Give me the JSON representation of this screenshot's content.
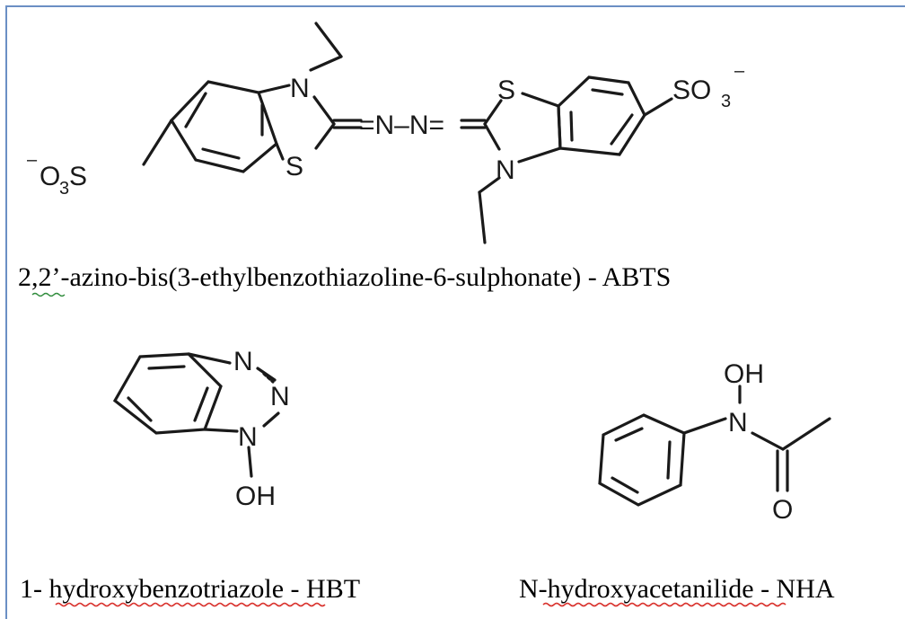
{
  "molecules": {
    "abts": {
      "caption": "2,2’-azino-bis(3-ethylbenzothiazoline-6-sulphonate) - ABTS",
      "labels": {
        "n_top": "N",
        "s_bottom": "S",
        "azo": "=N–N=",
        "s_top": "S",
        "n_bottom": "N",
        "so3_right": "SO",
        "so3_right_sub": "3",
        "so3_right_charge": "–",
        "so3_left_charge": "–",
        "so3_left": "O",
        "so3_left_sub": "3",
        "so3_left_s": "S"
      }
    },
    "hbt": {
      "caption": "1- hydroxybenzotriazole - HBT",
      "labels": {
        "n3": "N",
        "n2": "N",
        "n1": "N",
        "oh": "OH"
      }
    },
    "nha": {
      "caption": "N-hydroxyacetanilide - NHA",
      "labels": {
        "oh": "OH",
        "n": "N",
        "o": "O"
      }
    }
  }
}
